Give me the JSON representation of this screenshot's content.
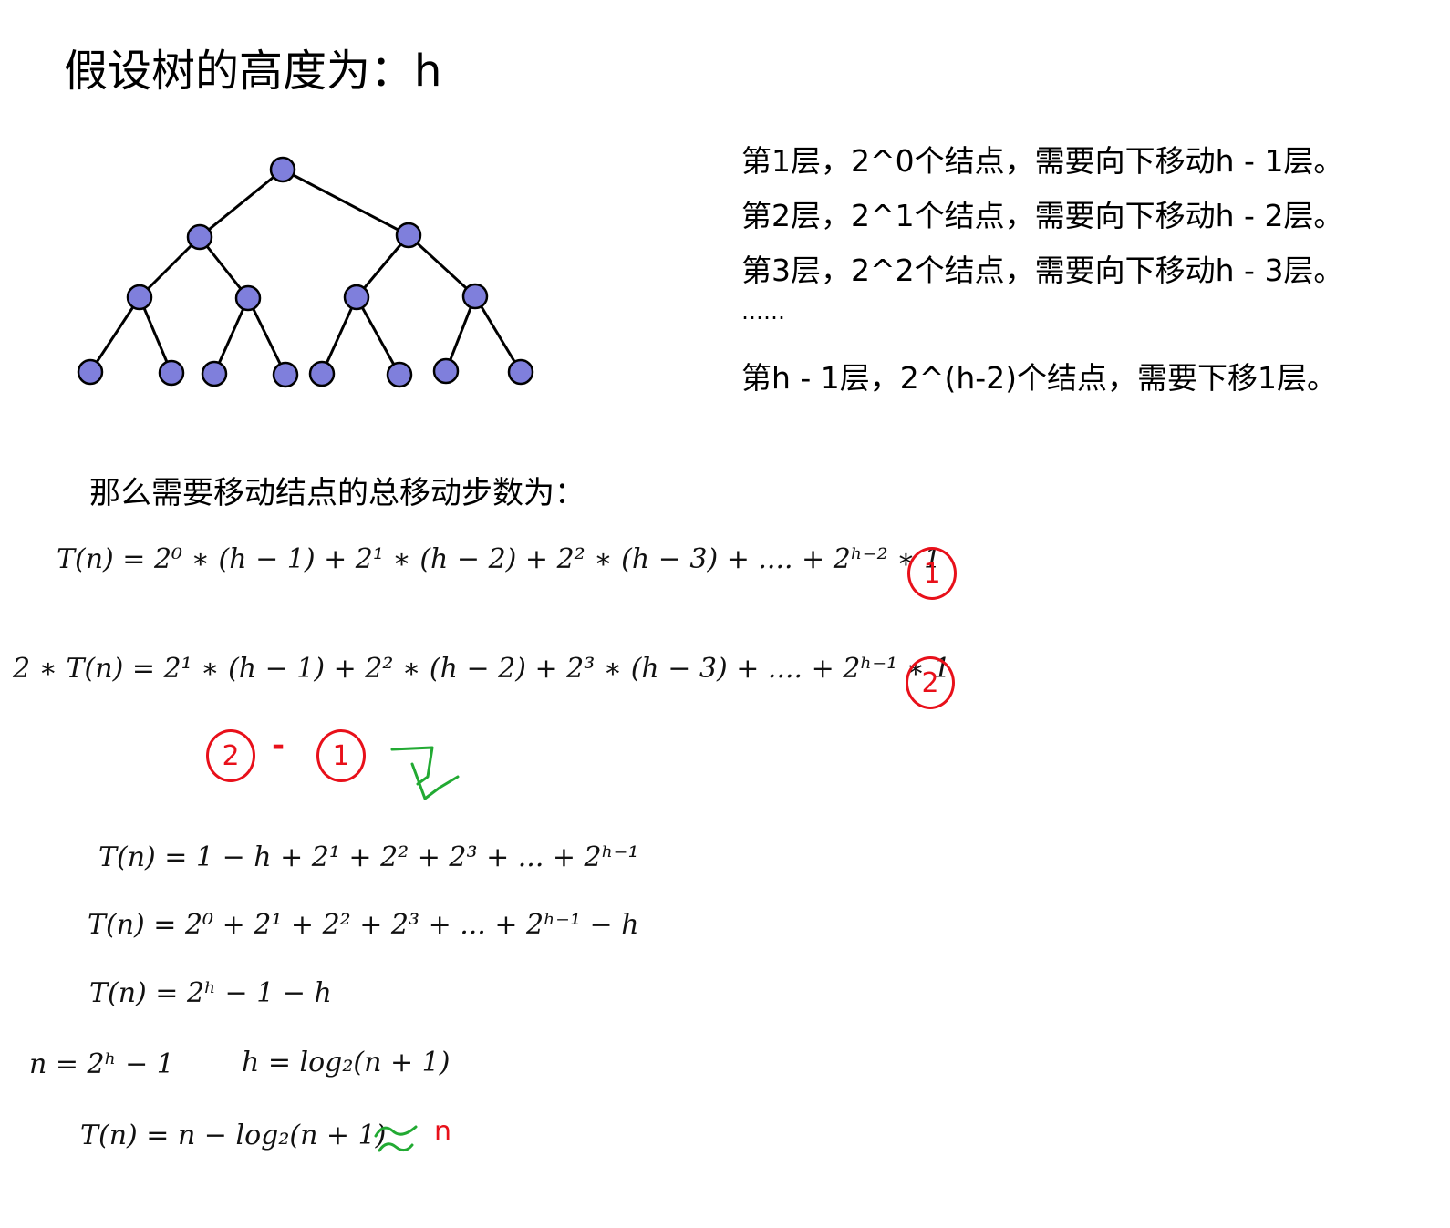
{
  "title": "假设树的高度为：h",
  "levels": [
    "第1层，2^0个结点，需要向下移动h - 1层。",
    "第2层，2^1个结点，需要向下移动h - 2层。",
    "第3层，2^2个结点，需要向下移动h - 3层。",
    "……",
    "第h - 1层，2^(h-2)个结点，需要下移1层。"
  ],
  "subtitle": "那么需要移动结点的总移动步数为：",
  "equations": {
    "eq1": "T(n) = 2⁰ ∗ (h − 1) + 2¹ ∗ (h − 2) + 2² ∗ (h − 3) + .... + 2ʰ⁻² ∗ 1",
    "eq2": "2 ∗ T(n) = 2¹ ∗ (h − 1) + 2² ∗ (h − 2) + 2³ ∗ (h − 3) + .... + 2ʰ⁻¹ ∗ 1",
    "step1": "T(n) = 1 − h + 2¹ + 2² + 2³ + ... + 2ʰ⁻¹",
    "step2": "T(n) = 2⁰ + 2¹ + 2² + 2³ + ... + 2ʰ⁻¹ − h",
    "step3": "T(n) = 2ʰ − 1 − h",
    "n_def": "n = 2ʰ − 1",
    "h_def": "h = log₂(n + 1)",
    "final": "T(n) = n − log₂(n + 1)"
  },
  "annotations": {
    "mark1": "1",
    "mark2": "2",
    "diff_left": "2",
    "diff_minus": "-",
    "diff_right": "1",
    "approx_result": "n"
  },
  "colors": {
    "node_fill": "#7f7fdc",
    "node_stroke": "#000000",
    "annotation_red": "#e8101a",
    "annotation_green": "#22aa33"
  }
}
